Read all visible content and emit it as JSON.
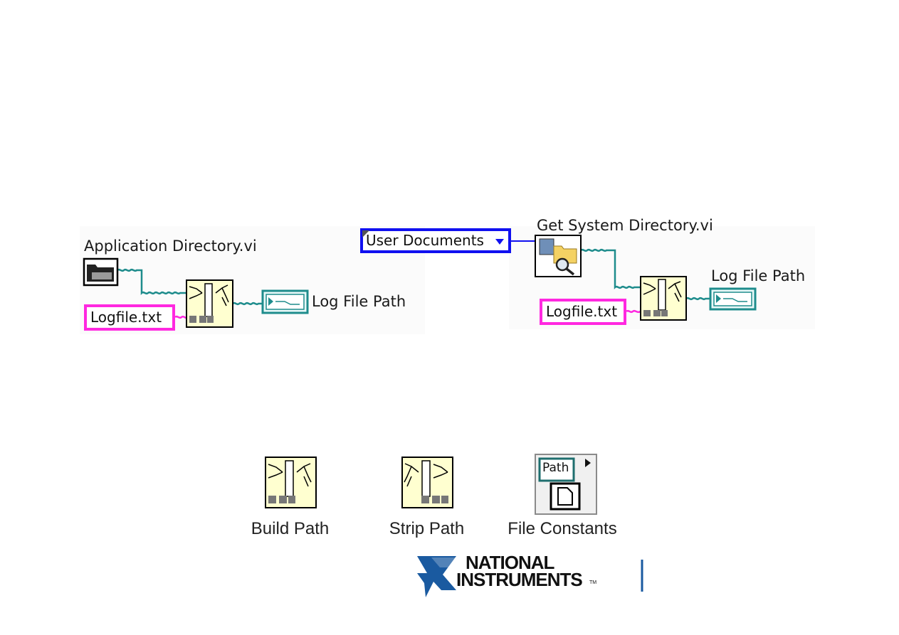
{
  "diagram_left": {
    "vi_label": "Application Directory.vi",
    "string_constant": "Logfile.txt",
    "indicator_label": "Log File Path"
  },
  "diagram_right": {
    "ring_value": "User Documents",
    "vi_label": "Get System Directory.vi",
    "string_constant": "Logfile.txt",
    "indicator_label": "Log File Path"
  },
  "palette": {
    "items": [
      {
        "label": "Build Path",
        "icon": "build-path-icon"
      },
      {
        "label": "Strip Path",
        "icon": "strip-path-icon"
      },
      {
        "label": "File Constants",
        "icon": "file-constants-icon",
        "icon_text": "Path"
      }
    ]
  },
  "logo": {
    "line1": "NATIONAL",
    "line2": "INSTRUMENTS",
    "mark": "TM"
  },
  "colors": {
    "path_wire": "#1e8c8c",
    "string_wire": "#ff28e0",
    "enum_wire": "#1010f0",
    "node_fill": "#ffffd0",
    "logo_blue": "#1a5aa0"
  }
}
